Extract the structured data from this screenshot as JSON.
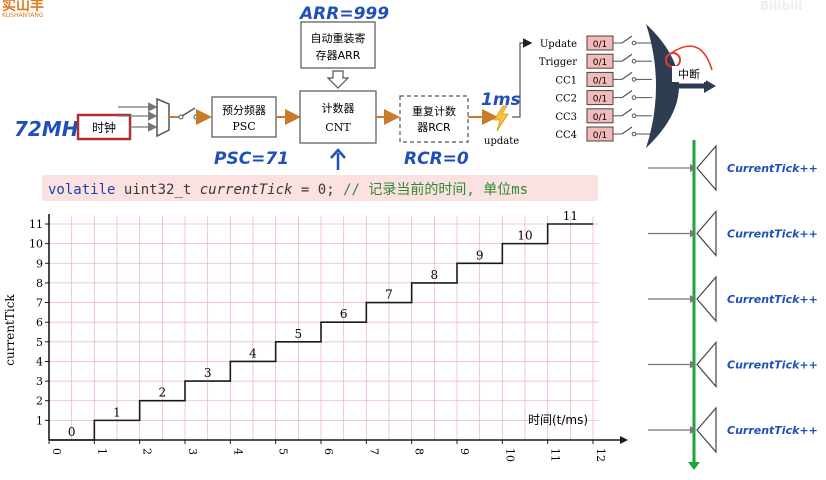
{
  "logo": {
    "cn": "实山丰",
    "en": "KUSHANYANG",
    "color": "#e07a1f"
  },
  "corner_watermark": "Bilibili",
  "clock": {
    "freq_annotation": "72MHz",
    "source_label": "时钟"
  },
  "blocks": {
    "psc": {
      "line1": "预分频器",
      "line2": "PSC",
      "annotation": "PSC=71"
    },
    "arr": {
      "line1": "自动重装寄",
      "line2": "存器ARR",
      "annotation": "ARR=999"
    },
    "cnt": {
      "line1": "计数器",
      "line2": "CNT"
    },
    "rcr": {
      "line1": "重复计数",
      "line2": "器RCR",
      "annotation": "RCR=0"
    }
  },
  "update": {
    "period_annotation": "1ms",
    "label": "update"
  },
  "interrupt": {
    "sources": [
      {
        "name": "Update",
        "flag": "0/1"
      },
      {
        "name": "Trigger",
        "flag": "0/1"
      },
      {
        "name": "CC1",
        "flag": "0/1"
      },
      {
        "name": "CC2",
        "flag": "0/1"
      },
      {
        "name": "CC3",
        "flag": "0/1"
      },
      {
        "name": "CC4",
        "flag": "0/1"
      }
    ],
    "output_label": "中断"
  },
  "code": {
    "keyword": "volatile",
    "type": "uint32_t",
    "identifier": "currentTick",
    "rest": "= 0;",
    "comment": "// 记录当前的时间, 单位ms"
  },
  "chart_data": {
    "type": "line",
    "step": true,
    "ylabel": "currentTick",
    "xlabel": "时间(t/ms)",
    "x_ticks": [
      0,
      1,
      2,
      3,
      4,
      5,
      6,
      7,
      8,
      9,
      10,
      11,
      12
    ],
    "y_ticks": [
      1,
      2,
      3,
      4,
      5,
      6,
      7,
      8,
      9,
      10,
      11
    ],
    "xlim": [
      0,
      12
    ],
    "ylim": [
      0,
      11
    ],
    "series": [
      {
        "x": [
          0,
          1,
          2,
          3,
          4,
          5,
          6,
          7,
          8,
          9,
          10,
          11,
          12
        ],
        "y": [
          0,
          1,
          2,
          3,
          4,
          5,
          6,
          7,
          8,
          9,
          10,
          11,
          11
        ]
      }
    ],
    "step_labels": [
      {
        "x": 0,
        "label": "0"
      },
      {
        "x": 1,
        "label": "1"
      },
      {
        "x": 2,
        "label": "2"
      },
      {
        "x": 3,
        "label": "3"
      },
      {
        "x": 4,
        "label": "4"
      },
      {
        "x": 5,
        "label": "5"
      },
      {
        "x": 6,
        "label": "6"
      },
      {
        "x": 7,
        "label": "7"
      },
      {
        "x": 8,
        "label": "8"
      },
      {
        "x": 9,
        "label": "9"
      },
      {
        "x": 10,
        "label": "10"
      },
      {
        "x": 11,
        "label": "11"
      }
    ],
    "grid": true,
    "grid_color": "#f0b5d6",
    "line_color": "#1a1a1a"
  },
  "timeline": {
    "tick_label": "CurrentTick++",
    "repeat": 5,
    "axis_color": "#1fa53a"
  },
  "colors": {
    "arrow_orange": "#c87b2a",
    "clock_box": "#b03030",
    "flag_fill": "#f4b9b9",
    "annotation_blue": "#1f4fb8",
    "gate_fill": "#2f3d52"
  }
}
